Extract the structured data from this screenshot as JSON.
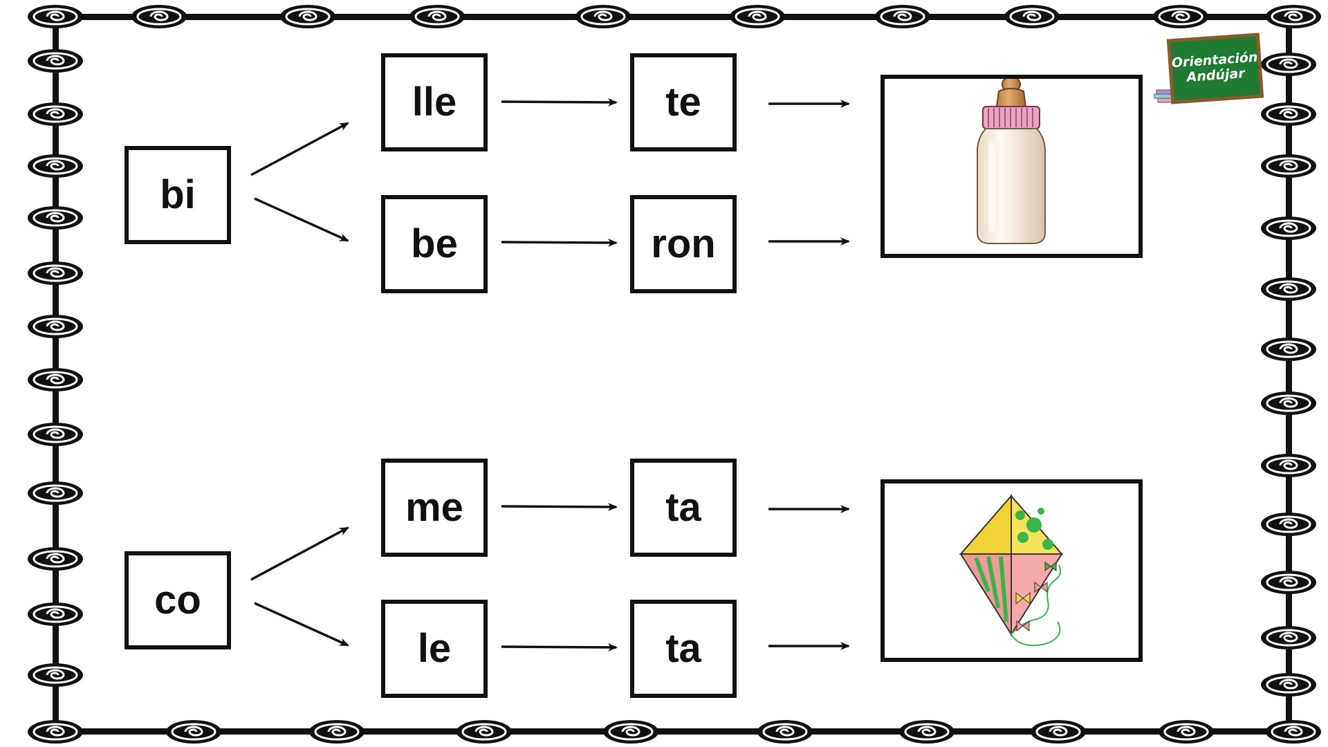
{
  "rows": [
    {
      "start": "bi",
      "paths": [
        {
          "middle": "lle",
          "end": "te"
        },
        {
          "middle": "be",
          "end": "ron"
        }
      ],
      "picture_icon": "baby-bottle-icon"
    },
    {
      "start": "co",
      "paths": [
        {
          "middle": "me",
          "end": "ta"
        },
        {
          "middle": "le",
          "end": "ta"
        }
      ],
      "picture_icon": "kite-icon"
    }
  ],
  "logo": {
    "line1": "Orientación",
    "line2": "Andújar",
    "icon": "chalkboard-logo",
    "color": "#1f7a32"
  },
  "frame": {
    "decoration": "spiral-border",
    "color": "#111111"
  }
}
